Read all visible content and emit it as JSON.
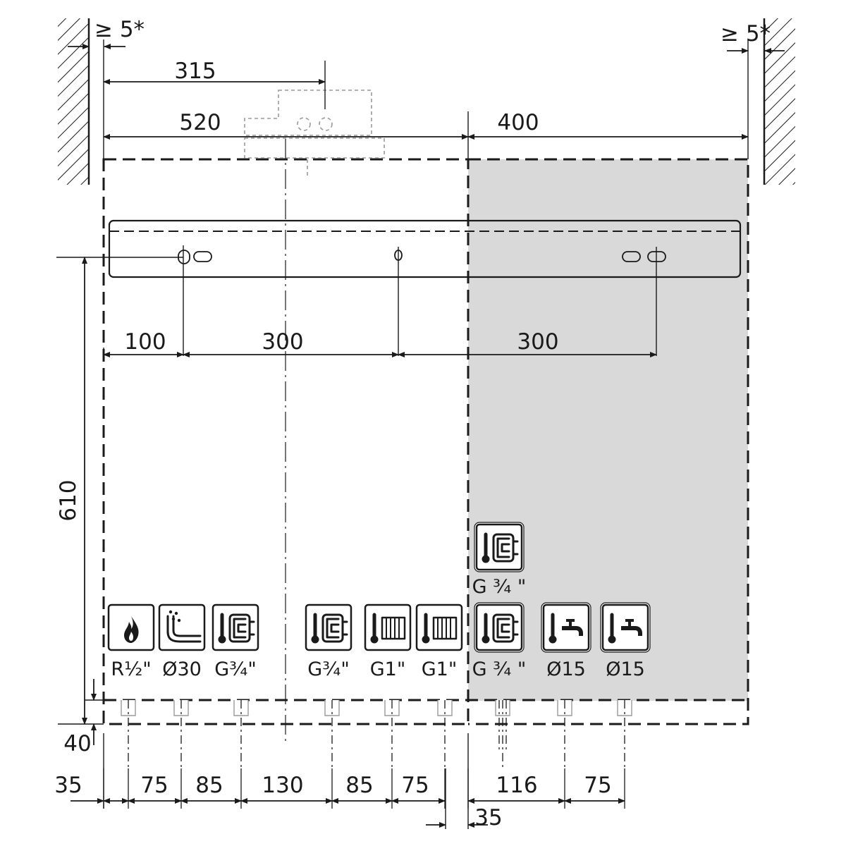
{
  "clearance": {
    "left": "≥ 5*",
    "right": "≥ 5*"
  },
  "top_dims": {
    "offset_315": "315",
    "width_520": "520",
    "width_400": "400"
  },
  "rail_dims": [
    "100",
    "300",
    "300"
  ],
  "height_dims": {
    "h610": "610",
    "h40": "40"
  },
  "connections": [
    {
      "icon": "gas-flame-icon",
      "label": "R½\""
    },
    {
      "icon": "condensate-drain-icon",
      "label": "Ø30"
    },
    {
      "icon": "cylinder-thermometer-icon",
      "label": "G¾\""
    },
    {
      "icon": "cylinder-thermometer-icon",
      "label": "G¾\""
    },
    {
      "icon": "radiator-thermometer-icon",
      "label": "G1\""
    },
    {
      "icon": "radiator-thermometer-icon",
      "label": "G1\""
    },
    {
      "icon": "cylinder-thermometer-icon",
      "label": "G ¾ \""
    },
    {
      "icon": "tap-thermometer-icon",
      "label": "Ø15"
    },
    {
      "icon": "tap-thermometer-icon",
      "label": "Ø15"
    }
  ],
  "upper_connection": {
    "icon": "cylinder-thermometer-icon",
    "label": "G ¾ \""
  },
  "bottom_dims": [
    "35",
    "75",
    "85",
    "130",
    "85",
    "75",
    "116",
    "75"
  ],
  "bottom_dim_extra": "35",
  "colors": {
    "line": "#1a1a1a",
    "shade": "#d9d9d9",
    "ghost": "#9a9a9a"
  }
}
